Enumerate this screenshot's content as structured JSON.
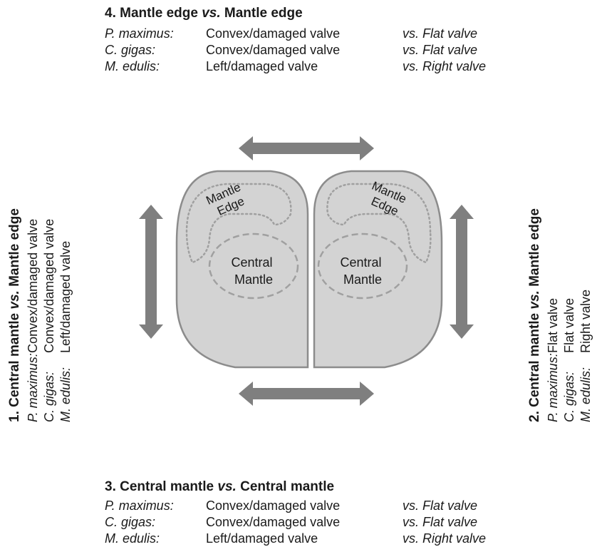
{
  "panels": {
    "top": {
      "title_num": "4. Mantle edge ",
      "title_vs": "vs.",
      "title_rest": " Mantle edge",
      "rows": [
        {
          "species": "P. maximus:",
          "val1": "Convex/damaged valve",
          "val2": "vs. Flat valve"
        },
        {
          "species": "C. gigas:",
          "val1": "Convex/damaged valve",
          "val2": "vs. Flat valve"
        },
        {
          "species": "M. edulis:",
          "val1": "Left/damaged valve",
          "val2": "vs. Right valve"
        }
      ]
    },
    "left": {
      "title_num": "1. Central mantle ",
      "title_vs": "vs.",
      "title_rest": " Mantle edge",
      "rows": [
        {
          "species": "P. maximus:",
          "val1": "Convex/damaged valve"
        },
        {
          "species": "C. gigas:",
          "val1": "Convex/damaged valve"
        },
        {
          "species": "M. edulis:",
          "val1": "Left/damaged valve"
        }
      ]
    },
    "right": {
      "title_num": "2. Central mantle ",
      "title_vs": "vs.",
      "title_rest": " Mantle edge",
      "rows": [
        {
          "species": "P. maximus:",
          "val1": "Flat valve"
        },
        {
          "species": "C. gigas:",
          "val1": "Flat valve"
        },
        {
          "species": "M. edulis:",
          "val1": "Right valve"
        }
      ]
    },
    "bottom": {
      "title_num": "3. Central mantle ",
      "title_vs": "vs.",
      "title_rest": " Central mantle",
      "rows": [
        {
          "species": "P. maximus:",
          "val1": "Convex/damaged valve",
          "val2": "vs. Flat valve"
        },
        {
          "species": "C. gigas:",
          "val1": "Convex/damaged valve",
          "val2": "vs. Flat valve"
        },
        {
          "species": "M. edulis:",
          "val1": "Left/damaged valve",
          "val2": "vs. Right valve"
        }
      ]
    }
  },
  "shells": {
    "left": {
      "edge_line1": "Mantle",
      "edge_line2": "Edge",
      "central_line1": "Central",
      "central_line2": "Mantle"
    },
    "right": {
      "edge_line1": "Mantle",
      "edge_line2": "Edge",
      "central_line1": "Central",
      "central_line2": "Mantle"
    }
  },
  "colors": {
    "shell_fill": "#d3d3d3",
    "shell_stroke": "#8c8c8c",
    "dashed_stroke": "#a0a0a0",
    "arrow": "#7f7f7f",
    "text": "#1a1a1a"
  }
}
